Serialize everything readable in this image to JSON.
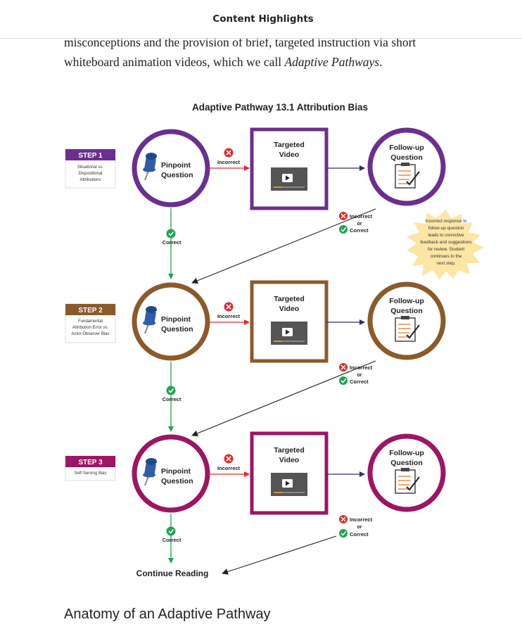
{
  "header": {
    "title": "Content Highlights"
  },
  "intro": {
    "line1": "misconceptions and the provision of brief, targeted instruction via short",
    "line2_before": "whiteboard animation videos, which we call ",
    "line2_em": "Adaptive Pathways",
    "line2_after": "."
  },
  "diagram": {
    "title": "Adaptive Pathway 13.1 Attribution Bias",
    "pinpoint_line1": "Pinpoint",
    "pinpoint_line2": "Question",
    "video_line1": "Targeted",
    "video_line2": "Video",
    "followup_line1": "Follow-up",
    "followup_line2": "Question",
    "incorrect": "Incorrect",
    "or": "or",
    "correct": "Correct",
    "continue": "Continue Reading",
    "callout": [
      "Incorrect response to",
      "follow-up question",
      "leads to corrective",
      "feedback and suggestions",
      "for review. Student",
      "continues to the",
      "next step."
    ],
    "steps": [
      {
        "label": "STEP 1",
        "desc": [
          "Situational vs.",
          "Dispositional",
          "Attributions"
        ],
        "color": "#6b2f8f"
      },
      {
        "label": "STEP 2",
        "desc": [
          "Fundamental",
          "Attribution Error vs.",
          "Actor-Observer Bias"
        ],
        "color": "#8b5a2b"
      },
      {
        "label": "STEP 3",
        "desc": [
          "Self-Serving Bias"
        ],
        "color": "#9c1664"
      }
    ],
    "colors": {
      "correct": "#22a352",
      "incorrect": "#e02b2b",
      "arrow_navy": "#2d2f6b",
      "callout": "#fbe6a6"
    }
  },
  "section": {
    "heading": "Anatomy of an Adaptive Pathway"
  }
}
